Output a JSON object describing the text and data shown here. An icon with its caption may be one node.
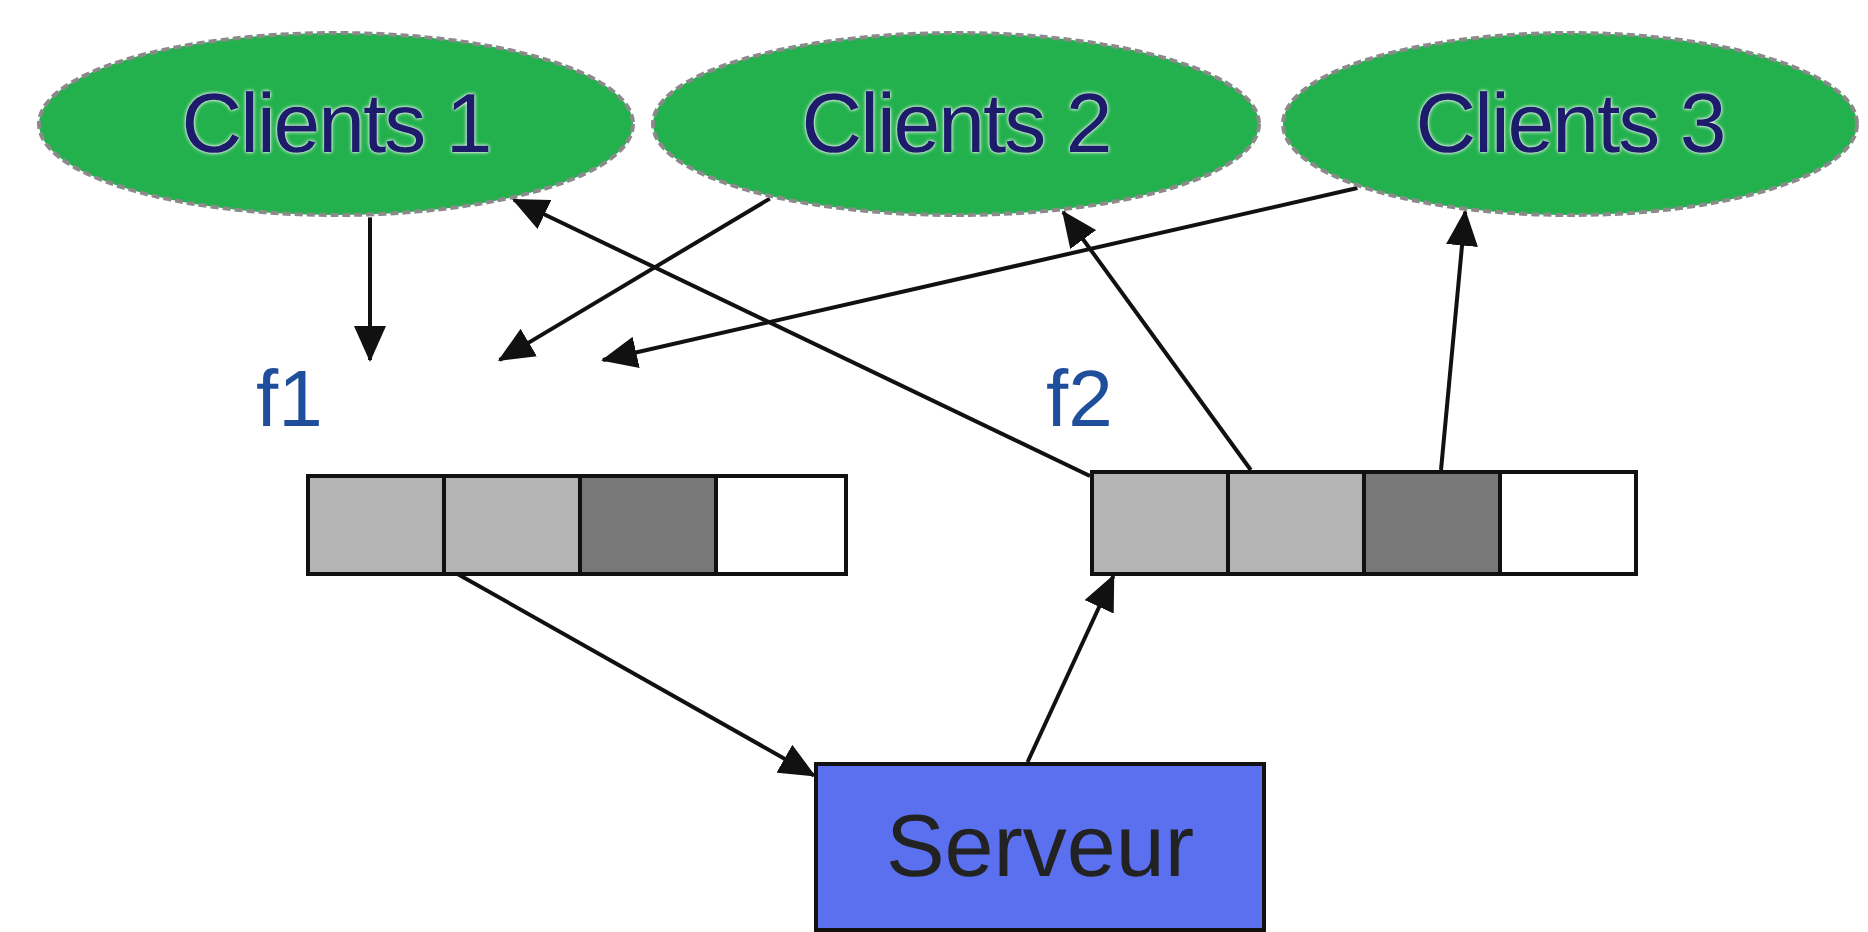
{
  "diagram": {
    "nodes": [
      {
        "text": [
          "Clients 1"
        ]
      },
      {
        "text": [
          "Clients 2"
        ]
      },
      {
        "text": [
          "Clients 3"
        ]
      },
      {
        "text": [
          "f1"
        ]
      },
      {
        "text": [],
        "shape": "box",
        "in": 3
      },
      {
        "text": [],
        "shape": "box",
        "in": 3
      },
      {
        "text": [],
        "shape": "box",
        "in": 3
      },
      {
        "text": [],
        "shape": "box",
        "in": 3
      },
      {
        "text": [
          "f2"
        ]
      },
      {
        "text": [],
        "shape": "box",
        "in": 8
      },
      {
        "text": [],
        "shape": "box",
        "in": 8
      },
      {
        "text": [],
        "shape": "box",
        "in": 8
      },
      {
        "text": [],
        "shape": "box",
        "in": 8
      },
      {
        "text": [
          "Serveur"
        ]
      }
    ],
    "edges": [
      {
        "from": 0,
        "to": 3,
        "arrow": "to"
      },
      {
        "from": 1,
        "to": 3,
        "arrow": "to"
      },
      {
        "from": 2,
        "to": 3,
        "arrow": "to"
      },
      {
        "from": 4,
        "to": 13,
        "arrow": "to"
      },
      {
        "from": 13,
        "to": 9,
        "arrow": "to"
      },
      {
        "from": 9,
        "to": 0,
        "arrow": "to"
      },
      {
        "from": 10,
        "to": 1,
        "arrow": "to"
      },
      {
        "from": 11,
        "to": 2,
        "arrow": "to"
      }
    ]
  }
}
